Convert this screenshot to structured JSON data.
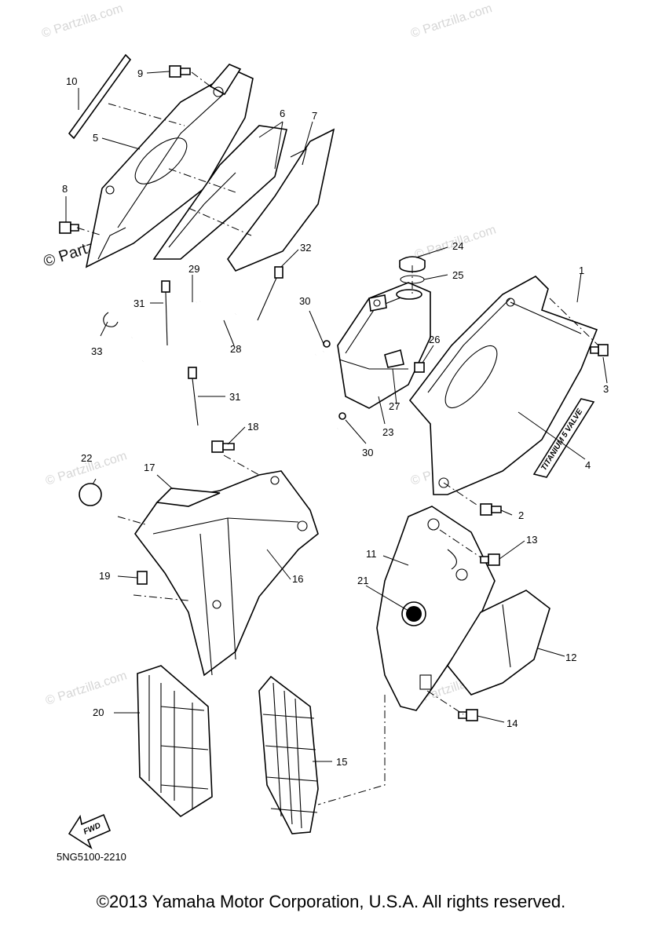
{
  "watermark_text": "© Partzilla.com",
  "watermark_logo": "© Partzilla.com",
  "callouts": {
    "c1": "1",
    "c2": "2",
    "c3": "3",
    "c4": "4",
    "c5": "5",
    "c6": "6",
    "c7": "7",
    "c8": "8",
    "c9": "9",
    "c10": "10",
    "c11": "11",
    "c12": "12",
    "c13": "13",
    "c14": "14",
    "c15": "15",
    "c16": "16",
    "c17": "17",
    "c18": "18",
    "c19": "19",
    "c20": "20",
    "c21": "21",
    "c22": "22",
    "c23": "23",
    "c24": "24",
    "c25": "25",
    "c26": "26",
    "c27": "27",
    "c28": "28",
    "c29": "29",
    "c30a": "30",
    "c30b": "30",
    "c31a": "31",
    "c31b": "31",
    "c32": "32",
    "c33": "33"
  },
  "decal_text": "TITANIUM 5 VALVE",
  "fwd_label": "FWD",
  "diagram_code": "5NG5100-2210",
  "copyright": "©2013 Yamaha Motor Corporation, U.S.A. All rights reserved."
}
